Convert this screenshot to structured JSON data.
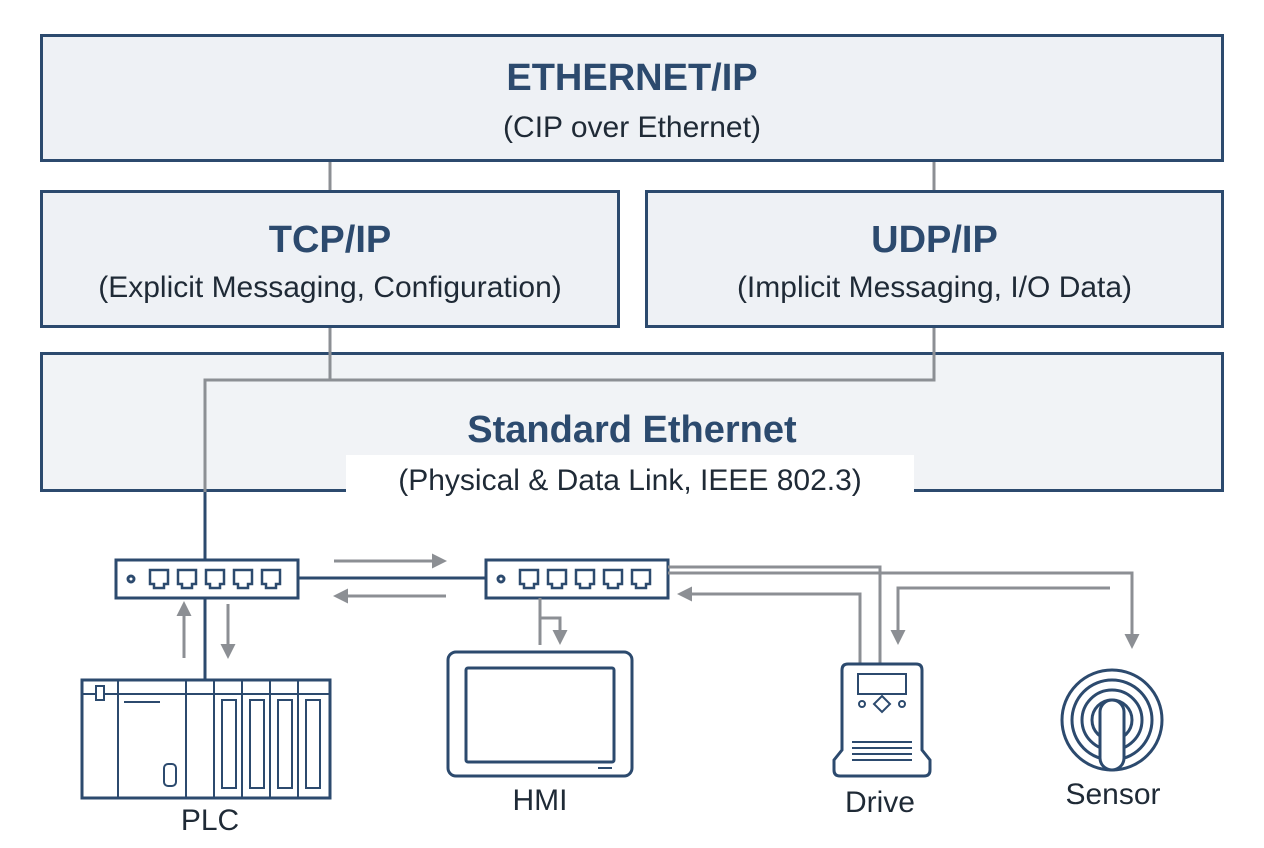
{
  "layers": {
    "ethernet_ip": {
      "title": "ETHERNET/IP",
      "subtitle": "(CIP over Ethernet)"
    },
    "tcp_ip": {
      "title": "TCP/IP",
      "subtitle": "(Explicit Messaging, Configuration)"
    },
    "udp_ip": {
      "title": "UDP/IP",
      "subtitle": "(Implicit Messaging, I/O Data)"
    },
    "standard_ethernet": {
      "title": "Standard Ethernet",
      "subtitle": "(Physical & Data Link, IEEE 802.3)"
    }
  },
  "devices": {
    "plc": {
      "label": "PLC"
    },
    "hmi": {
      "label": "HMI"
    },
    "drive": {
      "label": "Drive"
    },
    "sensor": {
      "label": "Sensor"
    }
  },
  "colors": {
    "layer_border": "#2c4a6e",
    "layer_fill": "#eef1f5",
    "title_text": "#2c4a6e",
    "connector_gray": "#8c8f94",
    "device_stroke": "#2c4a6e"
  },
  "icons": [
    "network-switch-icon",
    "plc-icon",
    "hmi-panel-icon",
    "drive-icon",
    "sensor-icon"
  ]
}
